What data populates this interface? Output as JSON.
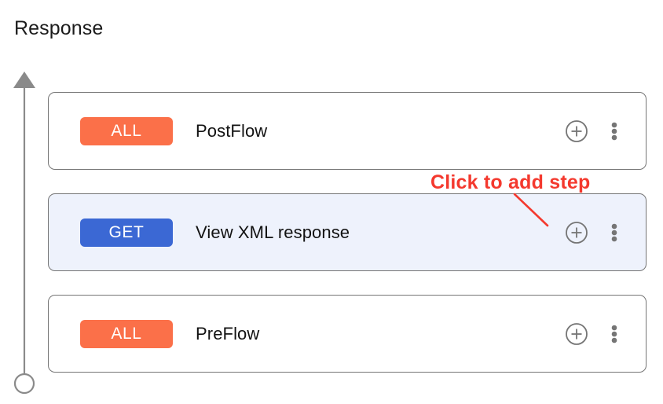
{
  "header": {
    "title": "Response"
  },
  "colors": {
    "badge_all": "#fb7049",
    "badge_get": "#3b68d4",
    "selected_row_bg": "#eef2fc",
    "card_border": "#757575",
    "rail": "#8a8a8a",
    "annotation": "#f4392e",
    "icon": "#757575"
  },
  "flow": {
    "rail": {
      "arrow_icon": "arrow-up-icon",
      "endpoint_icon": "circle-endpoint-icon"
    },
    "steps": [
      {
        "badge": "ALL",
        "badge_type": "all",
        "label": "PostFlow",
        "selected": false,
        "add_icon": "plus-circle-icon",
        "more_icon": "more-vertical-icon"
      },
      {
        "badge": "GET",
        "badge_type": "get",
        "label": "View XML response",
        "selected": true,
        "add_icon": "plus-circle-icon",
        "more_icon": "more-vertical-icon"
      },
      {
        "badge": "ALL",
        "badge_type": "all",
        "label": "PreFlow",
        "selected": false,
        "add_icon": "plus-circle-icon",
        "more_icon": "more-vertical-icon"
      }
    ]
  },
  "annotation": {
    "text": "Click to add step",
    "pointer_icon": "callout-line-icon"
  }
}
